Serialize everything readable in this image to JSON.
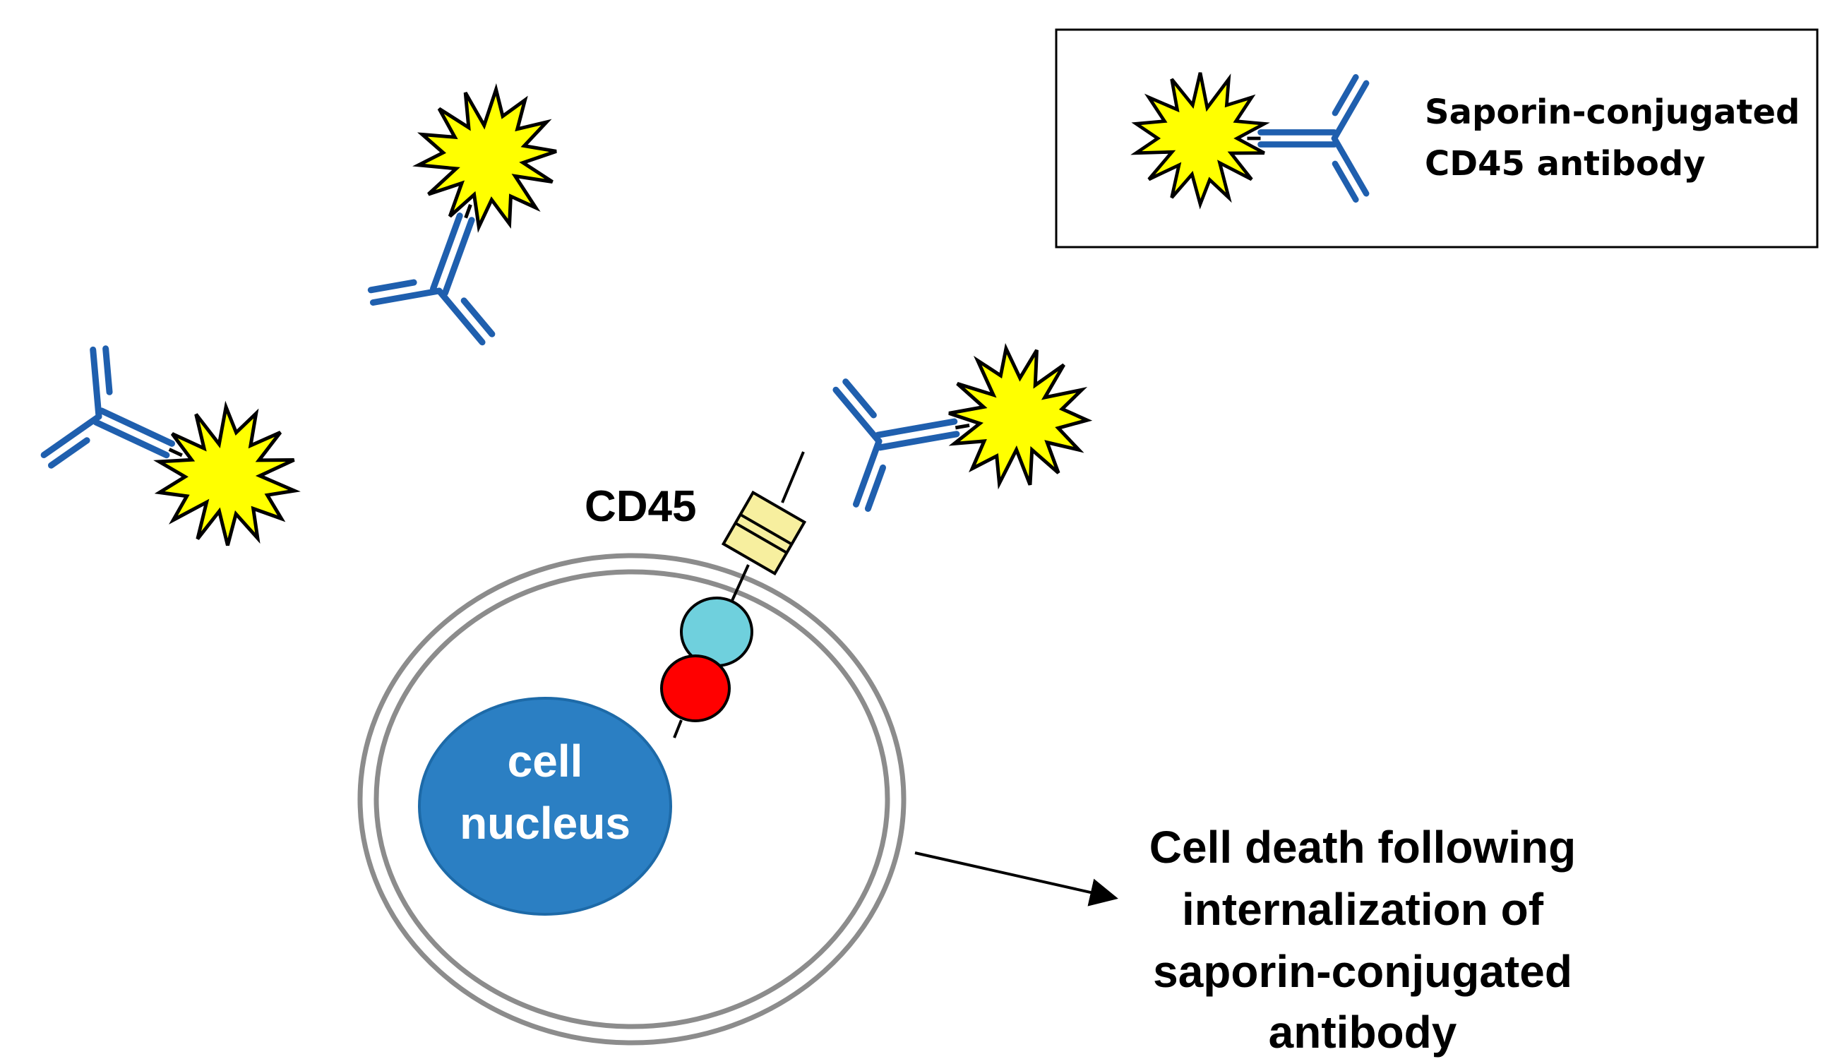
{
  "legend": {
    "label_line1": "Saporin-conjugated",
    "label_line2": "CD45 antibody",
    "icon": "saporin-antibody-conjugate-icon"
  },
  "cell": {
    "receptor_label": "CD45",
    "nucleus_line1": "cell",
    "nucleus_line2": "nucleus"
  },
  "outcome": {
    "line1": "Cell death following",
    "line2": "internalization of",
    "line3": "saporin-conjugated",
    "line4": "antibody"
  },
  "colors": {
    "antibody": "#1f5fae",
    "saporin": "#ffff00",
    "nucleus": "#2b7fc3",
    "membrane": "#8c8c8c",
    "cd45_box": "#f7ef9f",
    "cyan_domain": "#6fd0dd",
    "red_domain": "#ff0000"
  }
}
